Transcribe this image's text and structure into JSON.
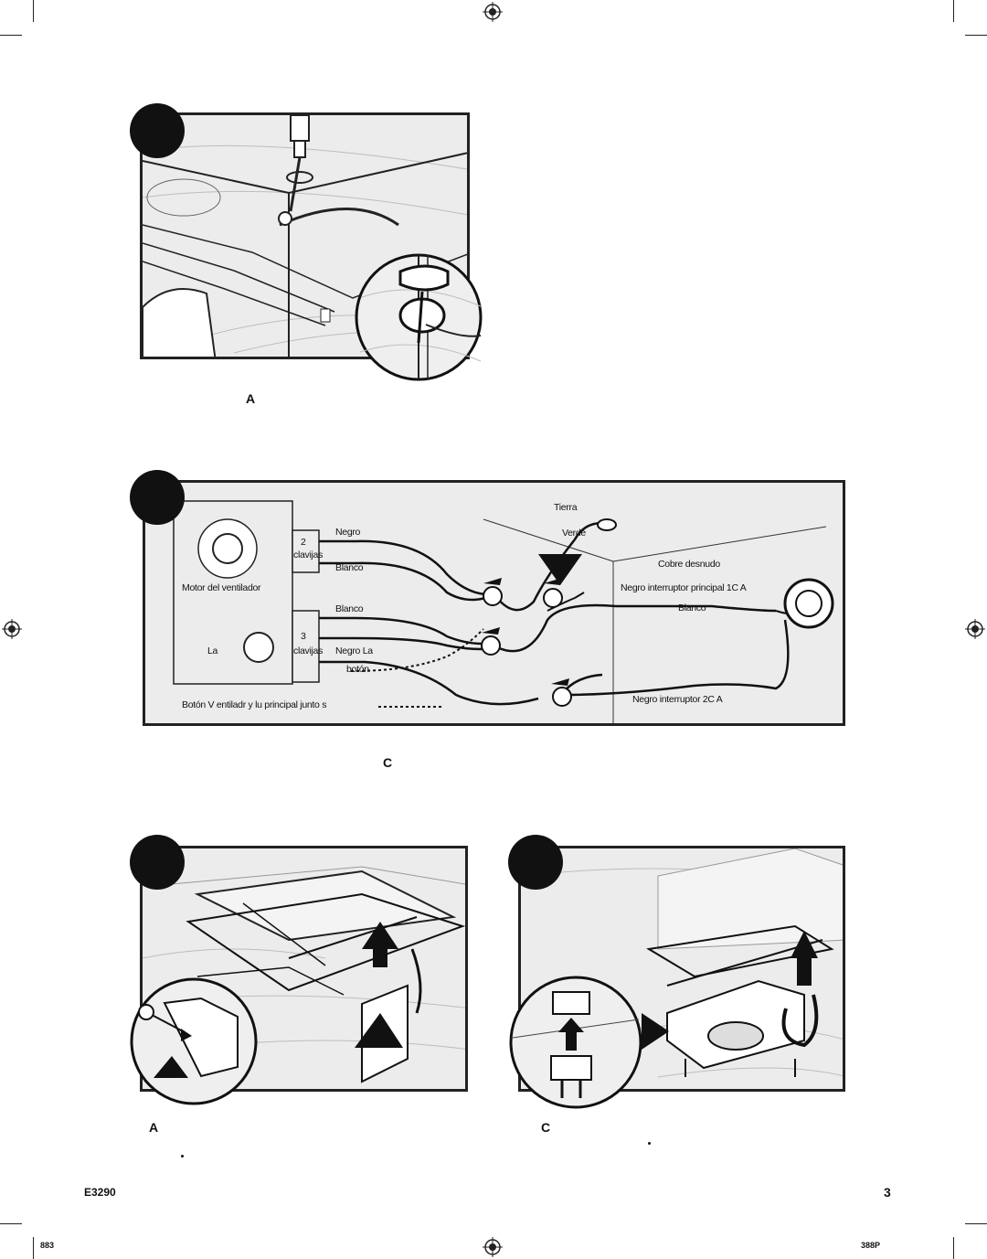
{
  "step1": {
    "caption": "A"
  },
  "step2": {
    "caption": "C",
    "labels": {
      "tierra": "Tierra",
      "verde": "Verde",
      "negro_top": "Negro",
      "dos": "2",
      "clavijas_top": "clavijas",
      "blanco_1": "Blanco",
      "motor": "Motor del ventilador",
      "blanco_2": "Blanco",
      "tres": "3",
      "clavijas_bot": "clavijas",
      "la": "La",
      "negro_la": "Negro  La",
      "boton": "botón",
      "bottom_left": "Botón V   entiladr y lu principal junto  s",
      "cable_desnudo": "Cobre desnudo",
      "negro_interruptor_1": "Negro  interruptor principal 1C   A",
      "blanco_3": "Blanco",
      "negro_interruptor_2": "Negro  interruptor 2C   A"
    }
  },
  "step3": {
    "caption": "A"
  },
  "step4": {
    "caption": "C"
  },
  "footer": {
    "left_code": "E3290",
    "page_number": "3",
    "bottom_left_code": "883",
    "bottom_right_code": "388P"
  }
}
